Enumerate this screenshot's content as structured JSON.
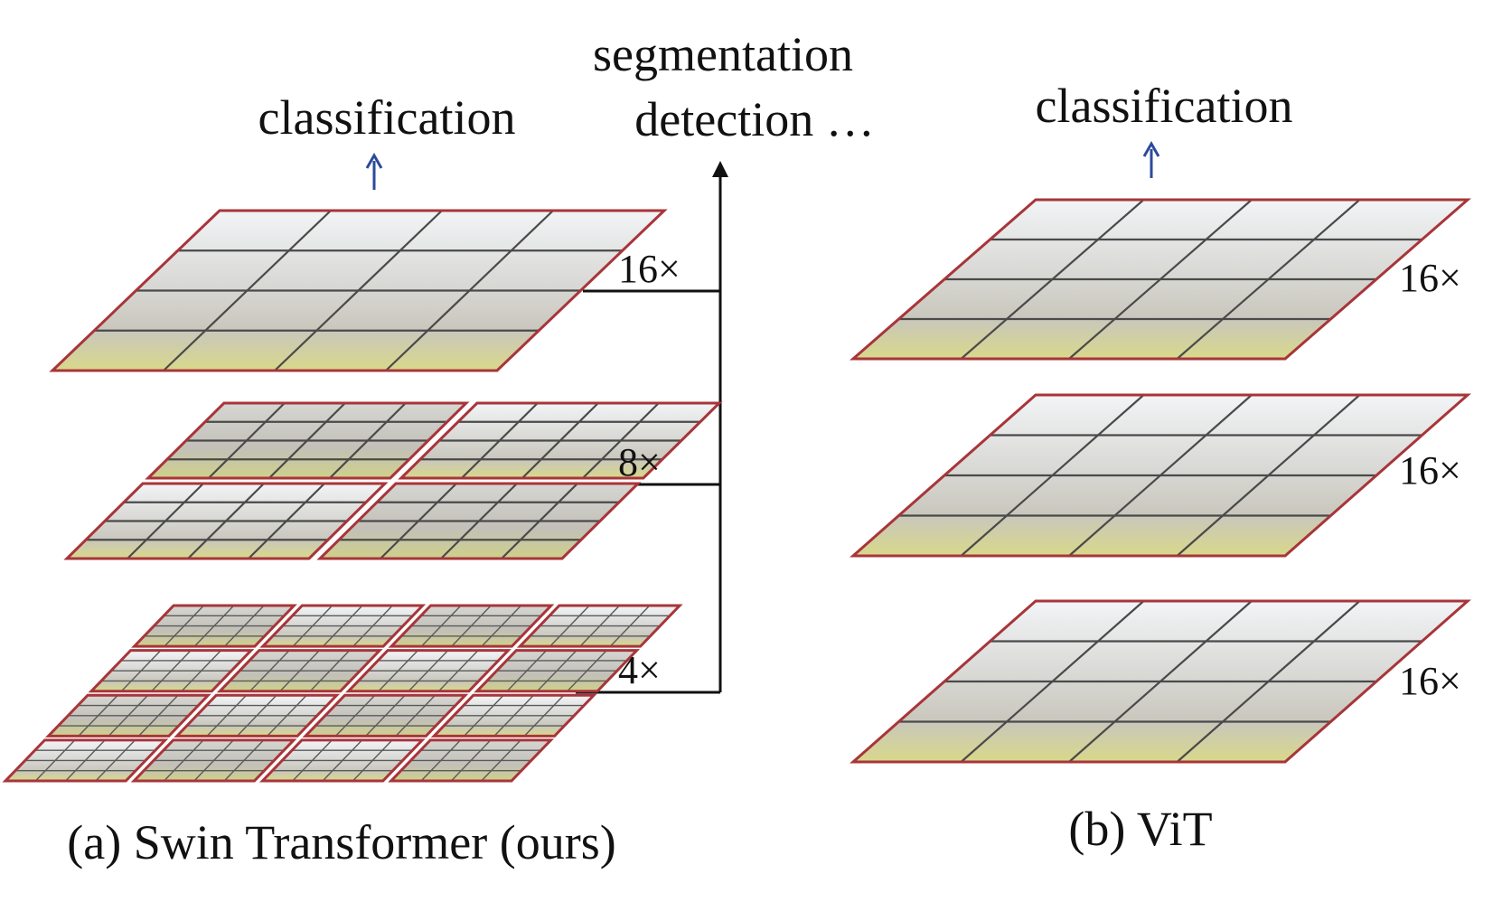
{
  "diagram": {
    "swin": {
      "caption": "(a) Swin Transformer (ours)",
      "top_label": "classification",
      "branch_label_line1": "segmentation",
      "branch_label_line2": "detection …",
      "stages": [
        {
          "name": "stage-16x",
          "scale_label": "16×"
        },
        {
          "name": "stage-8x",
          "scale_label": "8×"
        },
        {
          "name": "stage-4x",
          "scale_label": "4×"
        }
      ]
    },
    "vit": {
      "caption": "(b) ViT",
      "top_label": "classification",
      "stages": [
        {
          "name": "vit-stage-1",
          "scale_label": "16×"
        },
        {
          "name": "vit-stage-2",
          "scale_label": "16×"
        },
        {
          "name": "vit-stage-3",
          "scale_label": "16×"
        }
      ]
    },
    "colors": {
      "border": "#a8353a",
      "arrow_up": "#2b4a9a",
      "line": "#111111"
    }
  }
}
